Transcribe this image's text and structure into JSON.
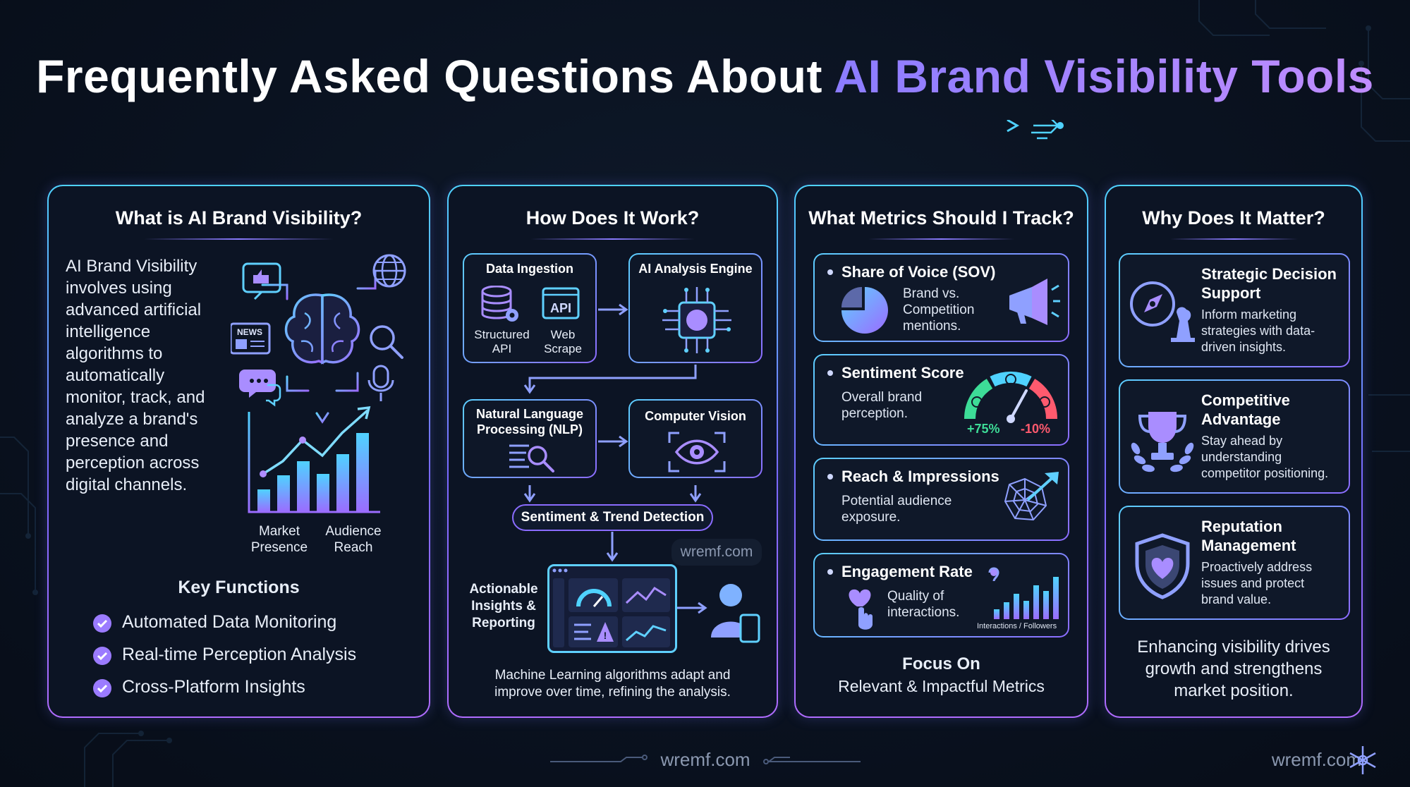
{
  "title": {
    "main": "Frequently Asked Questions About ",
    "accent": "AI Brand Visibility Tools"
  },
  "panel1": {
    "heading": "What is AI Brand Visibility?",
    "body": [
      "AI Brand Visibility",
      "involves using",
      "advanced artificial",
      "intelligence",
      "algorithms to",
      "automatically",
      "monitor, track, and",
      "analyze a brand's",
      "presence and",
      "perception across",
      "digital channels."
    ],
    "news_label": "NEWS",
    "chart_labels": [
      "Market",
      "Presence",
      "Audience",
      "Reach"
    ],
    "key_functions_heading": "Key Functions",
    "key_functions": [
      "Automated Data Monitoring",
      "Real-time Perception Analysis",
      "Cross-Platform Insights"
    ]
  },
  "panel2": {
    "heading": "How Does It Work?",
    "data_ingestion": "Data Ingestion",
    "structured_api": [
      "Structured",
      "API"
    ],
    "api_label": "API",
    "web_scrape": [
      "Web",
      "Scrape"
    ],
    "ai_engine": "AI Analysis Engine",
    "nlp": [
      "Natural Language",
      "Processing (NLP)"
    ],
    "computer_vision": "Computer Vision",
    "sentiment_trend": "Sentiment & Trend Detection",
    "watermark": "wremf.com",
    "actionable": [
      "Actionable",
      "Insights &",
      "Reporting"
    ],
    "footer": [
      "Machine Learning algorithms adapt and",
      "improve over time, refining the analysis."
    ]
  },
  "panel3": {
    "heading": "What Metrics Should I Track?",
    "metrics": [
      {
        "title": "Share of Voice (SOV)",
        "desc": [
          "Brand vs.",
          "Competition",
          "mentions."
        ]
      },
      {
        "title": "Sentiment Score",
        "desc": [
          "Overall brand",
          "perception."
        ],
        "positive": "+75%",
        "negative": "-10%"
      },
      {
        "title": "Reach & Impressions",
        "desc": [
          "Potential audience",
          "exposure."
        ]
      },
      {
        "title": "Engagement Rate",
        "desc": [
          "Quality of",
          "interactions."
        ],
        "chart_caption": "Interactions / Followers"
      }
    ],
    "focus_title": "Focus On",
    "focus_sub": "Relevant & Impactful Metrics"
  },
  "panel4": {
    "heading": "Why Does It Matter?",
    "cards": [
      {
        "title": [
          "Strategic Decision",
          "Support"
        ],
        "desc": [
          "Inform marketing",
          "strategies with data-",
          "driven insights."
        ]
      },
      {
        "title": [
          "Competitive",
          "Advantage"
        ],
        "desc": [
          "Stay ahead by",
          "understanding",
          "competitor positioning."
        ]
      },
      {
        "title": [
          "Reputation",
          "Management"
        ],
        "desc": [
          "Proactively address",
          "issues and protect",
          "brand value."
        ]
      }
    ],
    "footer": [
      "Enhancing visibility drives",
      "growth and strengthens",
      "market position."
    ]
  },
  "footer": {
    "center": "wremf.com",
    "right": "wremf.com"
  },
  "colors": {
    "accent_purple": "#9b7bff",
    "accent_cyan": "#4fd2ff",
    "positive": "#3ddc97",
    "negative": "#ff5a6e"
  }
}
